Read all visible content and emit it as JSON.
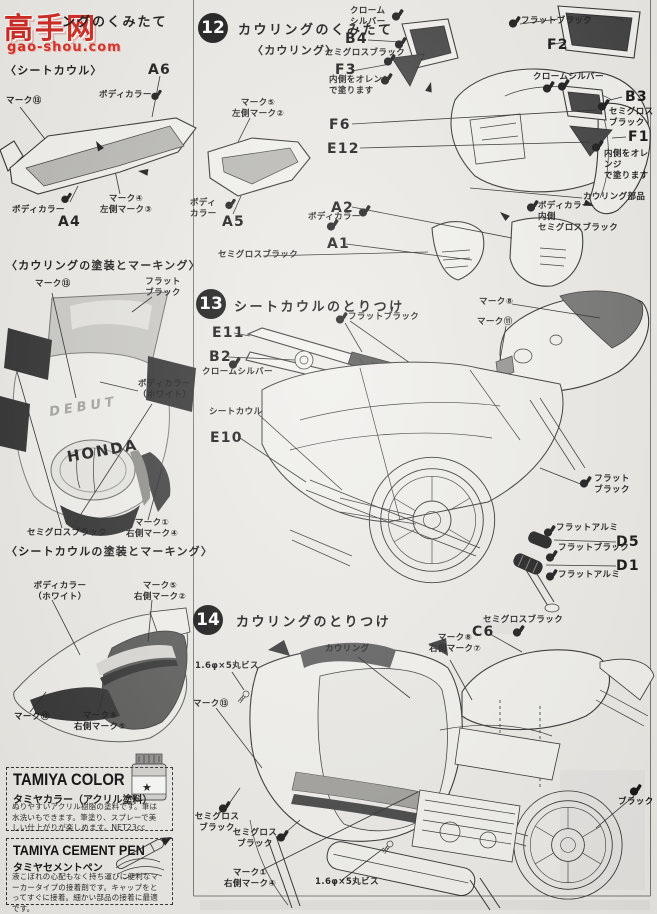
{
  "watermark": {
    "line1": "高手网",
    "line2": "gao-shou.com"
  },
  "sec_seat": {
    "heading_partial": "ングのくみたて",
    "subheading": "〈シートカウル〉",
    "a6": "A6",
    "a4": "A4",
    "a5": "A5",
    "mark13": "マーク⑬",
    "body1": "ボディカラー",
    "mark_top": "マーク⑤\n左側マーク②",
    "mark_mid": "マーク④\n左側マーク③",
    "body2": "ボディカラー",
    "body3": "ボディ\nカラー"
  },
  "step12": {
    "number": "12",
    "title": "カウリングのくみたて",
    "subtitle": "〈カウリング〉",
    "chrome1": "クローム\nシルバー",
    "b4": "B4",
    "semigloss1": "セミグロスブラック",
    "f3": "F3",
    "orange1": "内側をオレンジ\nで塗ります",
    "flatblack": "フラットブラック",
    "f2": "F2",
    "chrome2": "クロームシルバー",
    "b3": "B3",
    "semigloss2": "セミグロス\nブラック",
    "f1": "F1",
    "orange2": "内側をオレンジ\nで塗ります",
    "f6": "F6",
    "e12": "E12",
    "cowl_parts": "カウリング部品",
    "body_inner": "ボディカラー\n内側\nセミグロスブラック",
    "a2": "A2",
    "body": "ボディカラー",
    "a1": "A1",
    "semigloss3": "セミグロスブラック"
  },
  "sec_cowlpaint": {
    "heading": "〈カウリングの塗装とマーキング〉",
    "mark13": "マーク⑬",
    "flatblack": "フラット\nブラック",
    "bodywhite": "ボディカラー\n（ホワイト）",
    "semigloss": "セミグロスブラック",
    "mark14": "マーク①\n右側マーク④",
    "debut": "DEBUT",
    "honda": "HONDA"
  },
  "step13": {
    "number": "13",
    "title": "シートカウルのとりつけ",
    "flatblack1": "フラットブラック",
    "e11": "E11",
    "b2": "B2",
    "chrome": "クロームシルバー",
    "seatcowl": "シートカウル",
    "e10": "E10",
    "mark8": "マーク⑧",
    "mark11": "マーク⑪",
    "flatblack2": "フラット\nブラック",
    "flatalumi1": "フラットアルミ",
    "d5": "D5",
    "flatblack3": "フラットブラック",
    "d1": "D1",
    "flatalumi2": "フラットアルミ"
  },
  "sec_seatpaint": {
    "heading": "〈シートカウルの塗装とマーキング〉",
    "bodywhite": "ボディカラー\n（ホワイト）",
    "mark52": "マーク⑤\n右側マーク②",
    "mark13": "マーク⑬",
    "mark85": "マーク⑧\n右側マーク⑤"
  },
  "step14": {
    "number": "14",
    "title": "カウリングのとりつけ",
    "cowling": "カウリング",
    "screw1": "1.6φ×5丸ビス",
    "mark13": "マーク⑬",
    "mark87": "マーク⑧\n右側マーク⑦",
    "semigloss1": "セミグロスブラック",
    "c6": "C6",
    "semigloss2": "セミグロス\nブラック",
    "semigloss3": "セミグロス\nブラック",
    "mark14": "マーク①\n右側マーク④",
    "screw2": "1.6φ×5丸ビス",
    "black": "ブラック"
  },
  "tamiya_color": {
    "title": "TAMIYA COLOR",
    "subtitle": "タミヤカラー（アクリル塗料）",
    "body": "ぬりやすいアクリル樹脂の塗料です。筆は水洗いもできます。筆塗り、スプレーで美しい仕上がりが楽しめます。NET23cc"
  },
  "cement_pen": {
    "title": "TAMIYA CEMENT PEN",
    "subtitle": "タミヤセメントペン",
    "body": "液こぼれの心配もなく持ち運びに便利なマーカータイプの接着剤です。キャップをとってすぐに接着。細かい部品の接着に最適です。"
  }
}
